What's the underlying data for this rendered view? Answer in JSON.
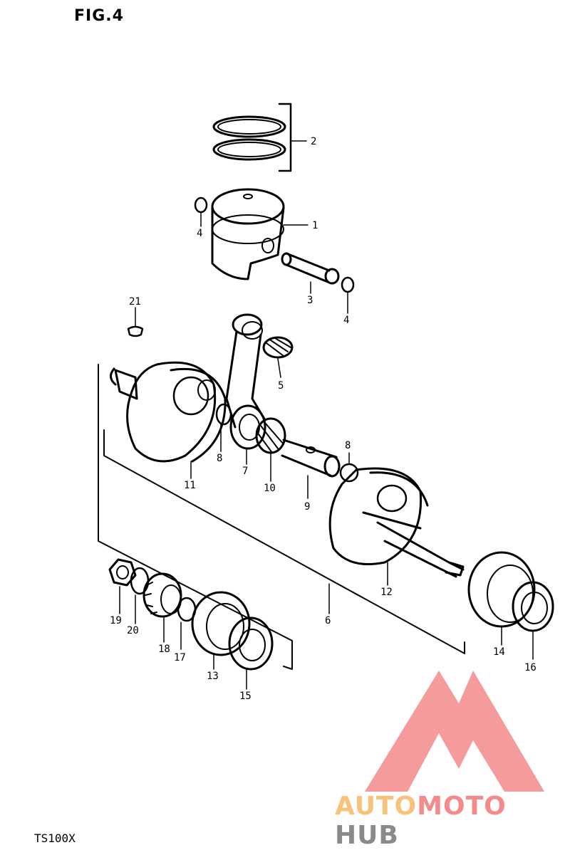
{
  "figure": {
    "title": "FIG.4",
    "model": "TS100X"
  },
  "callouts": {
    "n1": "1",
    "n2": "2",
    "n3": "3",
    "n4a": "4",
    "n4b": "4",
    "n5": "5",
    "n6": "6",
    "n7": "7",
    "n8a": "8",
    "n8b": "8",
    "n9": "9",
    "n10": "10",
    "n11": "11",
    "n12": "12",
    "n13": "13",
    "n14": "14",
    "n15": "15",
    "n16": "16",
    "n17": "17",
    "n18": "18",
    "n19": "19",
    "n20": "20",
    "n21": "21"
  },
  "watermark": {
    "part_auto": "AUTO",
    "part_moto": "MOTO",
    "part_hub": "HUB",
    "color_auto": "#f7c27a",
    "color_moto": "#f58a8a",
    "color_hub": "#8a8a8a",
    "logo_color": "#f58a8a"
  }
}
